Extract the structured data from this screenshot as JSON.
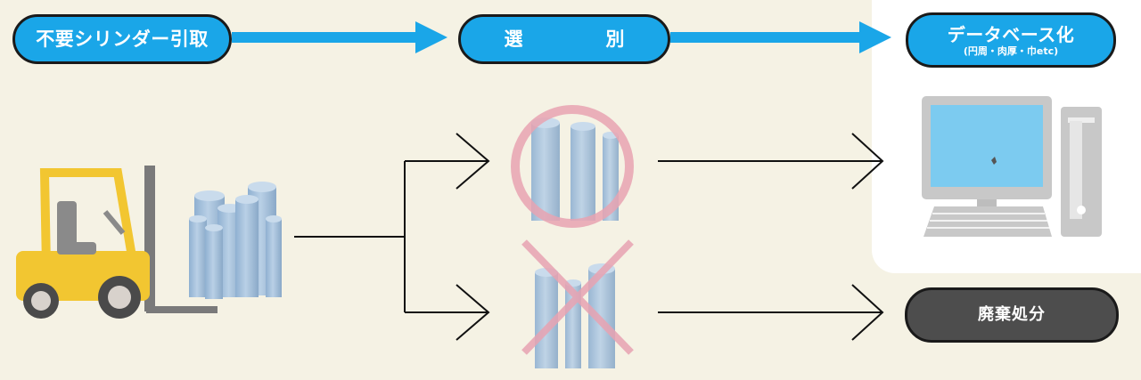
{
  "flow": {
    "step1_label": "不要シリンダー引取",
    "step2_label": "選　別",
    "step3_label": "データベース化",
    "step3_sublabel": "(円周・肉厚・巾etc)",
    "disposal_label": "廃棄処分"
  },
  "colors": {
    "step_fill": "#1aa6e8",
    "disposal_fill": "#4d4d4d",
    "arrow": "#1aa6e8",
    "ok_mark": "#e8a3b2",
    "ng_mark": "#e8a3b2",
    "cylinder": "#a9c3dc",
    "forklift": "#f2c631",
    "background": "#f5f2e4"
  },
  "icons": {
    "forklift": "forklift-icon",
    "cylinders": "cylinder-stack-icon",
    "accept": "circle-ok-icon",
    "reject": "cross-ng-icon",
    "computer": "desktop-computer-icon"
  }
}
